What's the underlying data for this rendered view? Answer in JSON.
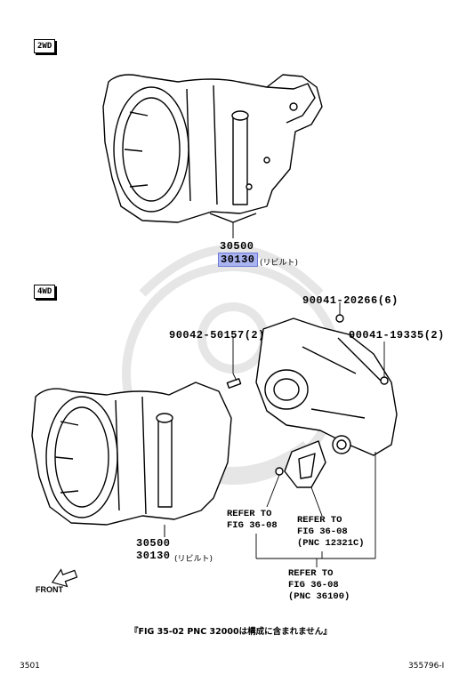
{
  "section_2wd": {
    "tag": "2WD",
    "part_assembly": "30500",
    "part_rebuilt": "30130",
    "rebuilt_suffix": "(リビルト)"
  },
  "section_4wd": {
    "tag": "4WD",
    "part_bolt_a": "90041-20266(6)",
    "part_stud": "90042-50157(2)",
    "part_bolt_b": "90041-19335(2)",
    "part_assembly": "30500",
    "part_rebuilt": "30130",
    "rebuilt_suffix": "(リビルト)",
    "ref_a": "REFER TO\nFIG 36-08",
    "ref_b": "REFER TO\nFIG 36-08\n(PNC 12321C)",
    "ref_c": "REFER TO\nFIG 36-08\n(PNC 36100)",
    "front_label": "FRONT"
  },
  "footnote": "『FIG 35-02 PNC 32000は構成に含まれません』",
  "footer": {
    "left": "3501",
    "right": "355796-I"
  },
  "colors": {
    "highlight": "#a9b4f0",
    "line": "#000000",
    "watermark": "#e4e4e4"
  }
}
